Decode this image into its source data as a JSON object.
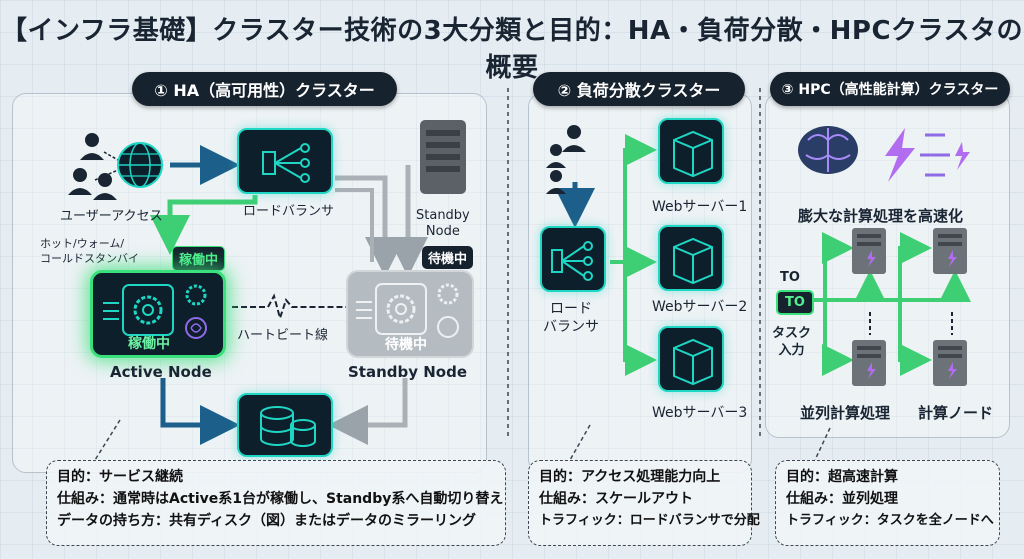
{
  "title": "【インフラ基礎】クラスター技術の3大分類と目的：HA・負荷分散・HPCクラスタの概要",
  "ha": {
    "header": "① HA（高可用性）クラスター",
    "user_access": "ユーザーアクセス",
    "load_balancer": "ロードバランサ",
    "standby_node_label": "Standby\nNode",
    "standby_tag": "待機中",
    "hot_warm_cold": "ホット/ウォーム/\nコールドスタンバイ",
    "active_tag": "稼働中",
    "active_inner": "稼働中",
    "heartbeat": "ハートビート線",
    "standby_inner": "待機中",
    "active_node": "Active Node",
    "standby_node": "Standby Node",
    "info": [
      "目的：サービス継続",
      "仕組み：通常時はActive系1台が稼働し、Standby系へ自動切り替え",
      "データの持ち方：共有ディスク（図）またはデータのミラーリング"
    ]
  },
  "lb": {
    "header": "② 負荷分散クラスター",
    "load_balancer": "ロード\nバランサ",
    "servers": [
      "Webサーバー1",
      "Webサーバー2",
      "Webサーバー3"
    ],
    "info": [
      "目的：アクセス処理能力向上",
      "仕組み：スケールアウト",
      "トラフィック：ロードバランサで分配"
    ]
  },
  "hpc": {
    "header": "③ HPC（高性能計算）クラスター",
    "caption": "膨大な計算処理を高速化",
    "to_label": "TO",
    "to_box": "TO",
    "task_input": "タスク\n入力",
    "parallel": "並列計算処理",
    "compute_node": "計算ノード",
    "info": [
      "目的：超高速計算",
      "仕組み：並列処理",
      "トラフィック：タスクを全ノードへ"
    ]
  },
  "colors": {
    "teal": "#1ed6c3",
    "green": "#39e07b",
    "arrow_blue": "#1c5f8a",
    "dark": "#16222e",
    "gray": "#b5bcc1"
  }
}
